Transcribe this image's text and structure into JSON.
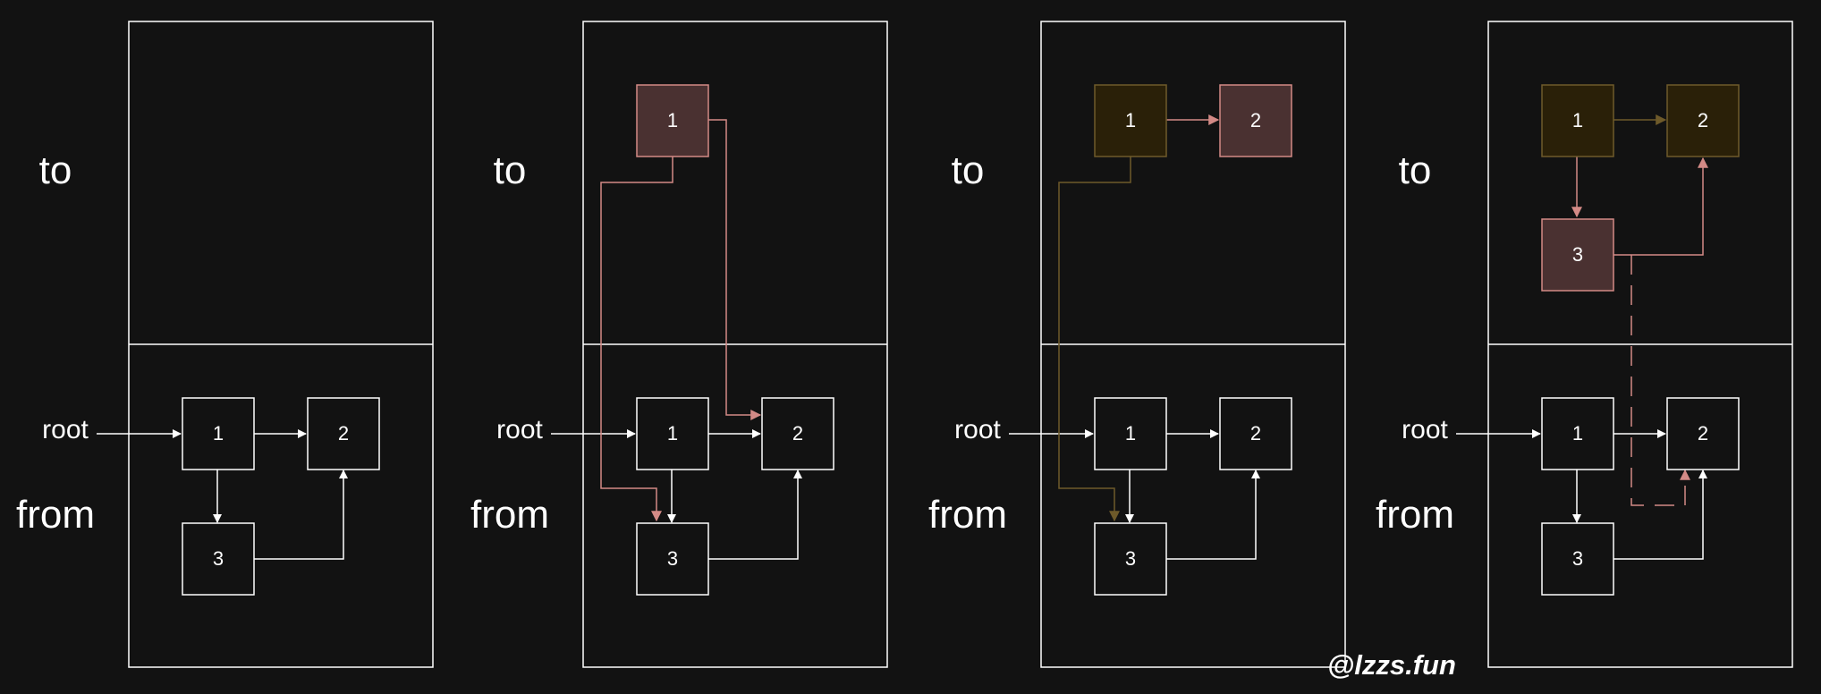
{
  "colors": {
    "background": "#121212",
    "line": "#ffffff",
    "pink": "#d38a86",
    "pink_fill": "#4a3131",
    "olive": "#6e5a2a",
    "olive_fill": "#2a2008"
  },
  "panels": [
    {
      "to_label": "to",
      "from_label": "from",
      "root_label": "root",
      "from_nodes": [
        "1",
        "2",
        "3"
      ],
      "to_nodes": []
    },
    {
      "to_label": "to",
      "from_label": "from",
      "root_label": "root",
      "from_nodes": [
        "1",
        "2",
        "3"
      ],
      "to_nodes": [
        {
          "label": "1",
          "state": "copying"
        }
      ]
    },
    {
      "to_label": "to",
      "from_label": "from",
      "root_label": "root",
      "from_nodes": [
        "1",
        "2",
        "3"
      ],
      "to_nodes": [
        {
          "label": "1",
          "state": "done"
        },
        {
          "label": "2",
          "state": "copying"
        }
      ]
    },
    {
      "to_label": "to",
      "from_label": "from",
      "root_label": "root",
      "from_nodes": [
        "1",
        "2",
        "3"
      ],
      "to_nodes": [
        {
          "label": "1",
          "state": "done"
        },
        {
          "label": "2",
          "state": "done"
        },
        {
          "label": "3",
          "state": "copying"
        }
      ]
    }
  ],
  "watermark": "@lzzs.fun"
}
